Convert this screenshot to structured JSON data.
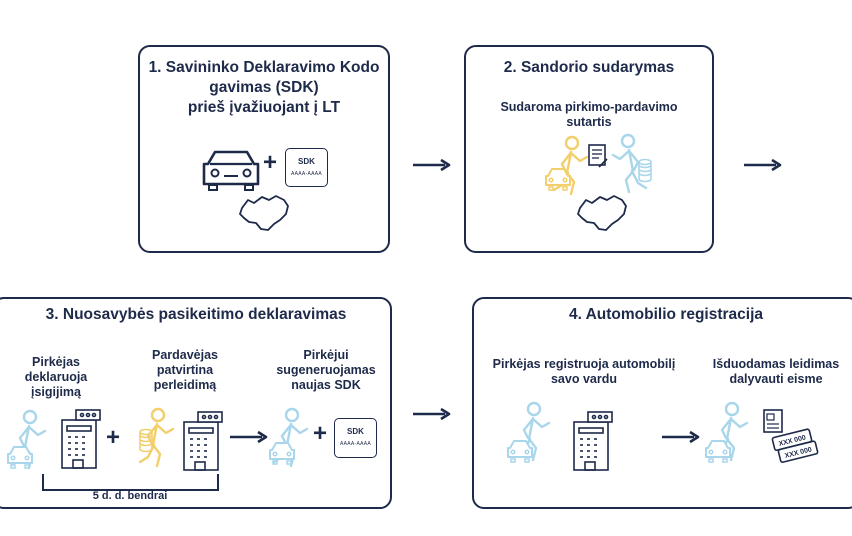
{
  "step1": {
    "title_line1": "1. Savininko Deklaravimo Kodo",
    "title_line2": "gavimas (SDK)",
    "title_line3": "prieš įvažiuojant į LT",
    "sdk_label": "SDK",
    "sdk_code": "AAAA-AAAA",
    "plus": "+"
  },
  "step2": {
    "title": "2. Sandorio sudarymas",
    "subtitle_line1": "Sudaroma pirkimo-pardavimo",
    "subtitle_line2": "sutartis"
  },
  "step3": {
    "title": "3. Nuosavybės pasikeitimo deklaravimas",
    "buyer_line1": "Pirkėjas deklaruoja",
    "buyer_line2": "įsigijimą",
    "seller_line1": "Pardavėjas",
    "seller_line2": "patvirtina",
    "seller_line3": "perleidimą",
    "new_line1": "Pirkėjui",
    "new_line2": "sugeneruojamas",
    "new_line3": "naujas  SDK",
    "sdk_label": "SDK",
    "sdk_code": "AAAA-AAAA",
    "duration": "5 d. d. bendrai",
    "plus": "+"
  },
  "step4": {
    "title": "4. Automobilio registracija",
    "left_line1": "Pirkėjas registruoja automobilį",
    "left_line2": "savo vardu",
    "right_line1": "Išduodamas leidimas",
    "right_line2": "dalyvauti eisme",
    "plate1": "XXX 000",
    "plate2": "XXX 000"
  },
  "colors": {
    "navy": "#1e2a4a",
    "light_blue": "#a9d6ea",
    "yellow": "#f2cf6b"
  }
}
